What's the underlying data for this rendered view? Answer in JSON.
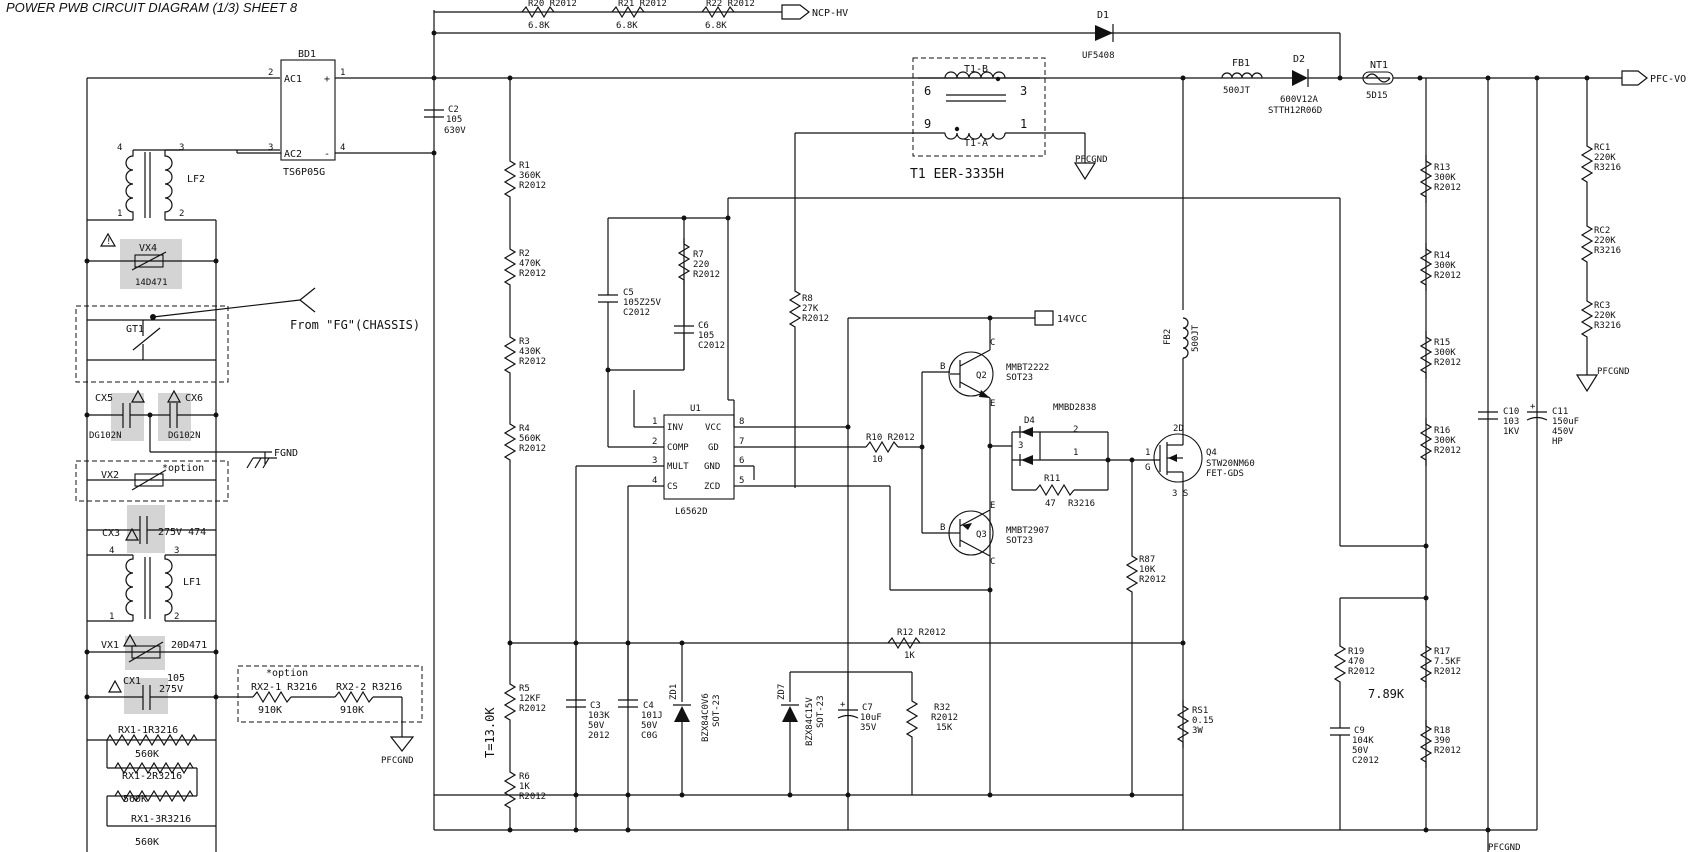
{
  "title": "POWER PWB CIRCUIT DIAGRAM (1/3) SHEET 8",
  "labels": {
    "bd1": "BD1",
    "ac1": "AC1",
    "ac2": "AC2",
    "plus": "+",
    "minus": "-",
    "bd1_part": "TS6P05G",
    "p2": "2",
    "p1": "1",
    "p3": "3",
    "p4": "4",
    "lf2": "LF2",
    "lf1": "LF1",
    "vx4": "VX4",
    "vx4_val": "14D471",
    "gt1": "GT1",
    "from_fg": "From \"FG\"(CHASSIS)",
    "cx5": "CX5",
    "cx5_val": "DG102N",
    "cx6": "CX6",
    "cx6_val": "DG102N",
    "fgnd": "FGND",
    "vx2": "VX2",
    "option": "*option",
    "cx3": "CX3",
    "cx3_val": "275V 474",
    "vx1": "VX1",
    "vx1_val": "20D471",
    "cx1": "CX1",
    "cx1_val1": "105",
    "cx1_val2": "275V",
    "rx1_1": "RX1-1R3216",
    "rx1_2": "RX1-2R3216",
    "rx1_3": "RX1-3R3216",
    "val_560k": "560K",
    "rx2_1": "RX2-1 R3216",
    "rx2_2": "RX2-2 R3216",
    "val_910k": "910K",
    "pfcgnd": "PFCGND",
    "r20": "R20 R2012",
    "r21": "R21 R2012",
    "r22": "R22 R2012",
    "val_68k": "6.8K",
    "ncp_hv": "NCP-HV",
    "d1": "D1",
    "d1_part": "UF5408",
    "c2": "C2",
    "c2_v1": "105",
    "c2_v2": "630V",
    "t1b": "T1-B",
    "t1a": "T1-A",
    "t1_part": "T1 EER-3335H",
    "n6": "6",
    "n9": "9",
    "n3": "3",
    "n1": "1",
    "fb1": "FB1",
    "fb1_val": "500JT",
    "d2": "D2",
    "d2_v1": "600V12A",
    "d2_v2": "STTH12R06D",
    "nt1": "NT1",
    "nt1_val": "5D15",
    "pfc_vo": "PFC-VO",
    "r1": "R1",
    "r1_v": "360K",
    "r2": "R2",
    "r2_v": "470K",
    "r3": "R3",
    "r3_v": "430K",
    "r4": "R4",
    "r4_v": "560K",
    "r5": "R5",
    "r5_v": "12KF",
    "r6": "R6",
    "r6_v": "1K",
    "r2012": "R2012",
    "t_val": "T=13.0K",
    "c5": "C5",
    "c5_v1": "105Z25V",
    "c5_v2": "C2012",
    "r7": "R7",
    "r7_v": "220",
    "c6": "C6",
    "c6_v1": "105",
    "c6_v2": "C2012",
    "r8": "R8",
    "r8_v": "27K",
    "u1": "U1",
    "u1_part": "L6562D",
    "pin_inv": "INV",
    "pin_comp": "COMP",
    "pin_mult": "MULT",
    "pin_cs": "CS",
    "pin_vcc": "VCC",
    "pin_gd": "GD",
    "pin_gnd": "GND",
    "pin_zcd": "ZCD",
    "n2": "2",
    "n4": "4",
    "n5": "5",
    "n7": "7",
    "n8": "8",
    "r10": "R10 R2012",
    "r10_v": "10",
    "v14": "14VCC",
    "q2": "Q2",
    "q2_p1": "MMBT2222",
    "q2_p2": "SOT23",
    "q3": "Q3",
    "q3_p1": "MMBT2907",
    "q3_p2": "SOT23",
    "pin_b": "B",
    "pin_c": "C",
    "pin_e": "E",
    "d4": "D4",
    "d4_part": "MMBD2838",
    "r11": "R11",
    "r11_v": "47",
    "r3216": "R3216",
    "fb2": "FB2",
    "fb2_val": "500JT",
    "q4": "Q4",
    "q4_p1": "STW20NM60",
    "q4_p2": "FET-GDS",
    "pin_d": "2D",
    "pin_g": "G",
    "pin_s": "3 S",
    "r87": "R87",
    "r87_v": "10K",
    "r12": "R12 R2012",
    "r12_v": "1K",
    "c3": "C3",
    "c3_v1": "103K",
    "c3_v2": "50V",
    "c3_v3": "2012",
    "c4": "C4",
    "c4_v1": "101J",
    "c4_v2": "50V",
    "c4_v3": "C0G",
    "zd1": "ZD1",
    "zd1_part": "BZX84C0V6",
    "zd1_pkg": "SOT-23",
    "zd7": "ZD7",
    "zd7_part": "BZX84C15V",
    "zd7_pkg": "SOT-23",
    "c7": "C7",
    "c7_v1": "10uF",
    "c7_v2": "35V",
    "r32": "R32",
    "r32_v": "15K",
    "rs1": "RS1",
    "rs1_v1": "0.15",
    "rs1_v2": "3W",
    "r13": "R13",
    "r14": "R14",
    "r15": "R15",
    "r16": "R16",
    "val_300k": "300K",
    "r17": "R17",
    "r17_v": "7.5KF",
    "r18": "R18",
    "r18_v": "390",
    "r19": "R19",
    "r19_v": "470",
    "c9": "C9",
    "c9_v1": "104K",
    "c9_v2": "50V",
    "c9_v3": "C2012",
    "v789": "7.89K",
    "c10": "C10",
    "c10_v1": "103",
    "c10_v2": "1KV",
    "c11": "C11",
    "c11_v1": "150uF",
    "c11_v2": "450V",
    "c11_v3": "HP",
    "rc1": "RC1",
    "rc2": "RC2",
    "rc3": "RC3",
    "val_220k": "220K"
  }
}
